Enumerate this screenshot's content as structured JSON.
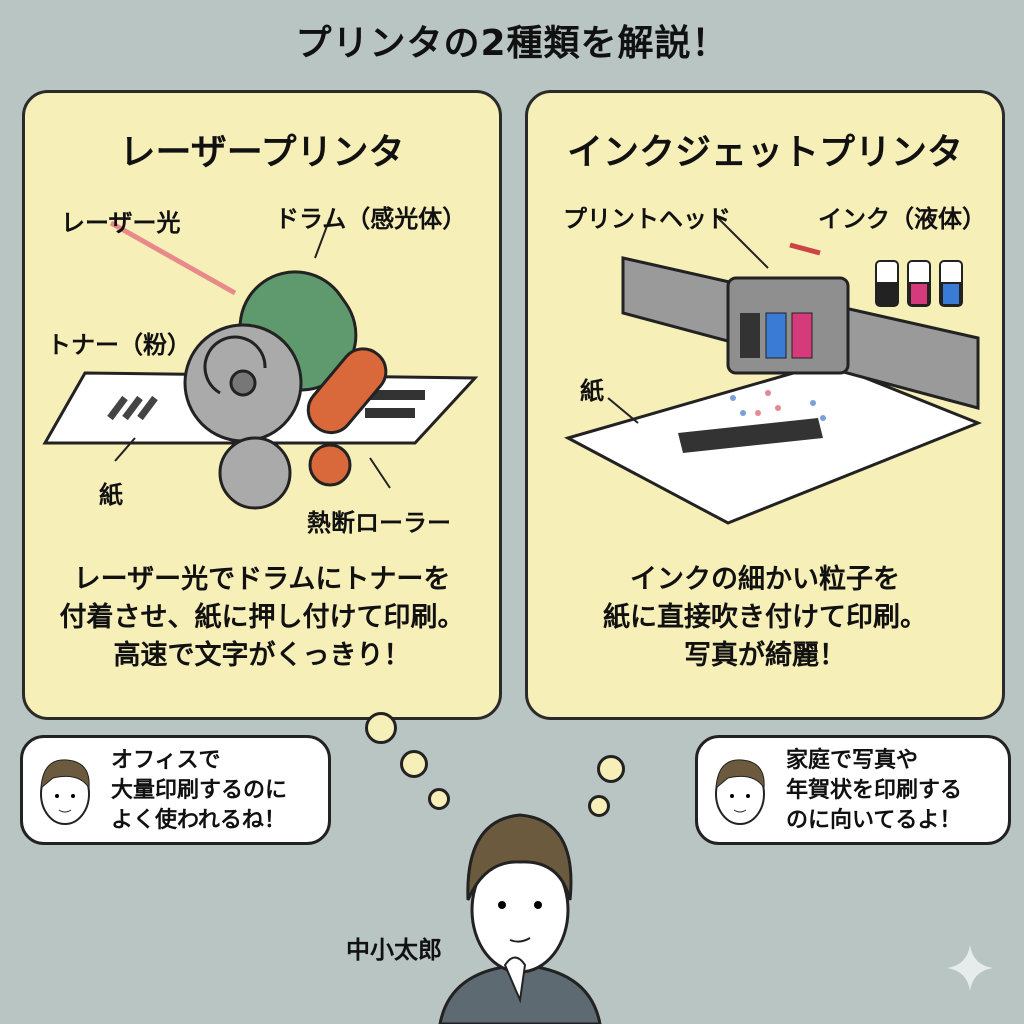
{
  "title": "プリンタの2種類を解説！",
  "laser": {
    "heading": "レーザープリンタ",
    "labels": {
      "laser_light": "レーザー光",
      "drum": "ドラム（感光体）",
      "toner": "トナー（粉）",
      "paper": "紙",
      "fuser": "熱断ローラー"
    },
    "description": [
      "レーザー光でドラムにトナーを",
      "付着させ、紙に押し付けて印刷。",
      "高速で文字がくっきり！"
    ]
  },
  "inkjet": {
    "heading": "インクジェットプリンタ",
    "labels": {
      "print_head": "プリントヘッド",
      "ink": "インク（液体）",
      "paper": "紙"
    },
    "description": [
      "インクの細かい粒子を",
      "紙に直接吹き付けて印刷。",
      "写真が綺麗！"
    ]
  },
  "bubbles": {
    "left": [
      "オフィスで",
      "大量印刷するのに",
      "よく使われるね！"
    ],
    "right": [
      "家庭で写真や",
      "年賀状を印刷する",
      "のに向いてるよ！"
    ]
  },
  "character_name": "中小太郎",
  "colors": {
    "background": "#b9c5c3",
    "panel": "#f7efb8",
    "drum": "#5e9a6e",
    "fuser": "#d9683a",
    "cyan": "#3a7bd5",
    "magenta": "#d63a7a"
  }
}
